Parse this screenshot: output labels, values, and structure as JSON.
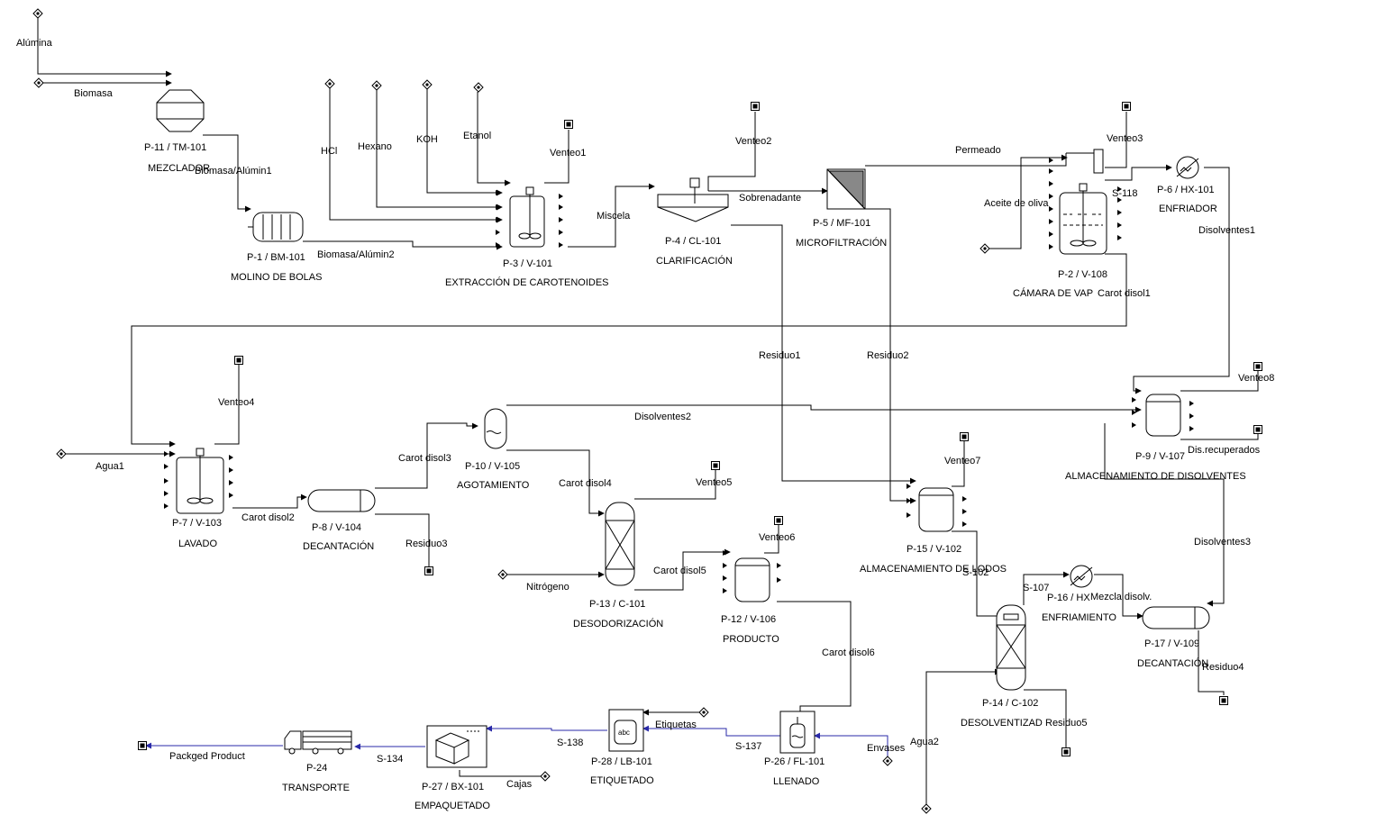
{
  "diagram": {
    "units": [
      {
        "id": "P-11 / TM-101",
        "name": "MEZCLADOR",
        "icon": "mixer-icon"
      },
      {
        "id": "P-1 / BM-101",
        "name": "MOLINO DE BOLAS",
        "icon": "ball-mill-icon"
      },
      {
        "id": "P-3 / V-101",
        "name": "EXTRACCIÓN DE CAROTENOIDES",
        "icon": "stirred-reactor-icon"
      },
      {
        "id": "P-4 / CL-101",
        "name": "CLARIFICACIÓN",
        "icon": "clarifier-icon"
      },
      {
        "id": "P-5 / MF-101",
        "name": "MICROFILTRACIÓN",
        "icon": "microfilter-icon"
      },
      {
        "id": "P-2 / V-108",
        "name": "CÁMARA DE VAP",
        "icon": "stirred-reactor-icon"
      },
      {
        "id": "P-6 / HX-101",
        "name": "ENFRIADOR",
        "icon": "heat-exchanger-icon"
      },
      {
        "id": "P-9 / V-107",
        "name": "ALMACENAMIENTO DE DISOLVENTES",
        "icon": "storage-tank-icon"
      },
      {
        "id": "P-7 / V-103",
        "name": "LAVADO",
        "icon": "stirred-reactor-icon"
      },
      {
        "id": "P-8 / V-104",
        "name": "DECANTACIÓN",
        "icon": "decanter-icon"
      },
      {
        "id": "P-10 / V-105",
        "name": "AGOTAMIENTO",
        "icon": "flash-drum-icon"
      },
      {
        "id": "P-13 / C-101",
        "name": "DESODORIZACIÓN",
        "icon": "column-icon"
      },
      {
        "id": "P-12 / V-106",
        "name": "PRODUCTO",
        "icon": "storage-tank-icon"
      },
      {
        "id": "P-15 / V-102",
        "name": "ALMACENAMIENTO DE LODOS",
        "icon": "storage-tank-icon"
      },
      {
        "id": "P-16 / HX",
        "name": "ENFRIAMIENTO",
        "icon": "heat-exchanger-icon"
      },
      {
        "id": "P-17 / V-109",
        "name": "DECANTACIÓN",
        "icon": "decanter-icon"
      },
      {
        "id": "P-14 / C-102",
        "name": "DESOLVENTIZAD",
        "icon": "column-icon"
      },
      {
        "id": "P-26 / FL-101",
        "name": "LLENADO",
        "icon": "filler-icon"
      },
      {
        "id": "P-28 / LB-101",
        "name": "ETIQUETADO",
        "icon": "labeler-icon"
      },
      {
        "id": "P-27 / BX-101",
        "name": "EMPAQUETADO",
        "icon": "boxing-icon"
      },
      {
        "id": "P-24",
        "name": "TRANSPORTE",
        "icon": "truck-icon"
      }
    ],
    "streams": [
      "Alúmina",
      "Biomasa",
      "Biomasa/Alúmin1",
      "Biomasa/Alúmin2",
      "HCl",
      "Hexano",
      "KOH",
      "Etanol",
      "Venteo1",
      "Miscela",
      "Venteo2",
      "Sobrenadante",
      "Permeado",
      "Venteo3",
      "S-118",
      "Aceite de oliva",
      "Carot disol1",
      "Disolventes1",
      "Residuo1",
      "Residuo2",
      "Venteo8",
      "Disolventes2",
      "Dis.recuperados",
      "Venteo4",
      "Agua1",
      "Carot disol2",
      "Carot disol3",
      "Residuo3",
      "Carot disol4",
      "Venteo5",
      "Nitrógeno",
      "Carot disol5",
      "Venteo6",
      "Venteo7",
      "S-102",
      "S-107",
      "Mezcla disolv.",
      "Disolventes3",
      "Residuo4",
      "Carot disol6",
      "Agua2",
      "Residuo5",
      "Etiquetas",
      "S-137",
      "Envases",
      "S-138",
      "Packged Product",
      "S-134",
      "Cajas"
    ]
  },
  "colors": {
    "line": "#000000",
    "packaging_line": "#2a2aa8",
    "background": "#ffffff"
  }
}
